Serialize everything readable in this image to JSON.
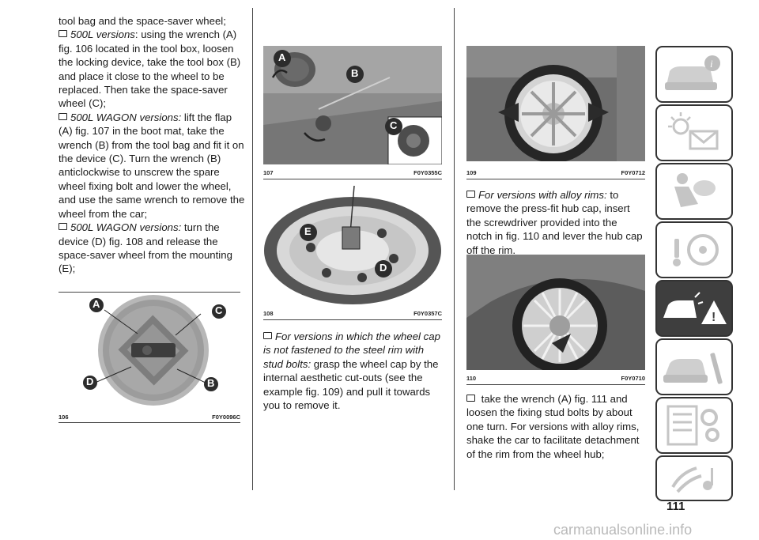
{
  "left_column": {
    "p1": "tool bag and the space-saver wheel;",
    "p2_lead": "500L versions",
    "p2": ": using the wrench (A) fig. 106 located in the tool box, loosen the locking device, take the tool box (B) and place it close to the wheel to be replaced. Then take the space-saver wheel (C);",
    "p3_lead": "500L WAGON versions:",
    "p3": " lift the flap (A) fig. 107 in the boot mat, take the wrench (B) from the tool bag and fit it on the device (C). Turn the wrench (B) anticlockwise to unscrew the spare wheel fixing bolt and lower the wheel, and use the same wrench to remove the wheel from the car;",
    "p4_lead": "500L WAGON versions:",
    "p4": " turn the device (D) fig. 108 and release the space-saver wheel from the mounting (E);"
  },
  "middle_column": {
    "p1_lead": "For versions in which the wheel cap is not fastened to the steel rim with stud bolts:",
    "p1": " grasp the wheel cap by the internal aesthetic cut-outs (see the example fig. 109) and pull it towards you to remove it."
  },
  "right_column": {
    "p1_lead": "For versions with alloy rims:",
    "p1": " to remove the press-fit hub cap, insert the screwdriver provided into the notch in fig. 110 and lever the hub cap off the rim.",
    "p2": " take the wrench (A) fig. 111 and loosen the fixing stud bolts by about one turn. For versions with alloy rims, shake the car to facilitate detachment of the rim from the wheel hub;"
  },
  "figures": {
    "fig106": {
      "number": "106",
      "code": "F0Y0096C",
      "labels": [
        "A",
        "C",
        "D",
        "B"
      ]
    },
    "fig107": {
      "number": "107",
      "code": "F0Y0355C",
      "labels": [
        "A",
        "B",
        "C"
      ]
    },
    "fig108": {
      "number": "108",
      "code": "F0Y0357C",
      "labels": [
        "E",
        "D"
      ]
    },
    "fig109": {
      "number": "109",
      "code": "F0Y0712"
    },
    "fig110": {
      "number": "110",
      "code": "F0Y0710"
    }
  },
  "sidebar_tabs": [
    {
      "icon": "car-info-icon",
      "active": false
    },
    {
      "icon": "warning-lights-icon",
      "active": false
    },
    {
      "icon": "safety-airbag-icon",
      "active": false
    },
    {
      "icon": "starting-driving-icon",
      "active": false
    },
    {
      "icon": "emergency-icon",
      "active": true
    },
    {
      "icon": "maintenance-icon",
      "active": false
    },
    {
      "icon": "technical-data-icon",
      "active": false
    },
    {
      "icon": "multimedia-icon",
      "active": false
    },
    {
      "icon": "index-icon",
      "active": false
    }
  ],
  "page_number": "111",
  "watermark": "carmanualsonline.info"
}
